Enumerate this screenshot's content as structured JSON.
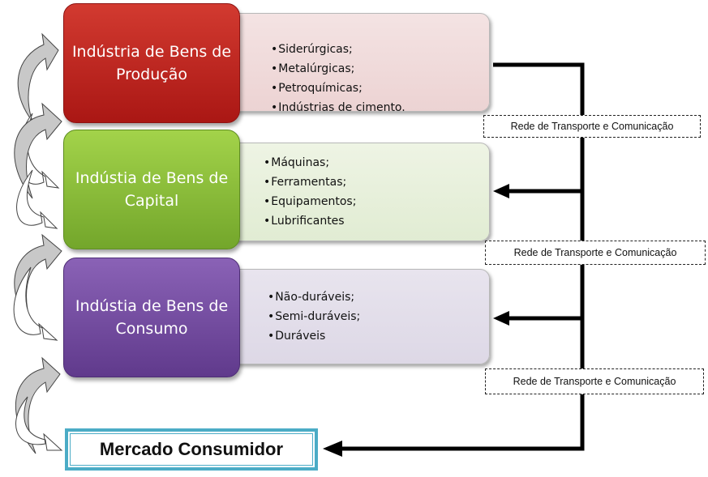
{
  "industries": [
    {
      "title": "Indústria de Bens de Produção",
      "items": [
        "Siderúrgicas;",
        "Metalúrgicas;",
        "Petroquímicas;",
        "Indústrias de cimento."
      ],
      "color": "#c0282a"
    },
    {
      "title": "Indústia de Bens de Capital",
      "items": [
        "Máquinas;",
        "Ferramentas;",
        "Equipamentos;",
        "Lubrificantes"
      ],
      "color": "#8cc63f"
    },
    {
      "title": "Indústia de Bens de Consumo",
      "items": [
        "Não-duráveis;",
        "Semi-duráveis;",
        "Duráveis"
      ],
      "color": "#7a52a8"
    }
  ],
  "network_labels": [
    "Rede de Transporte e Comunicação",
    "Rede de Transporte e Comunicação",
    "Rede de Transporte e Comunicação"
  ],
  "market": {
    "label": "Mercado Consumidor",
    "border_color": "#4bacc6"
  }
}
